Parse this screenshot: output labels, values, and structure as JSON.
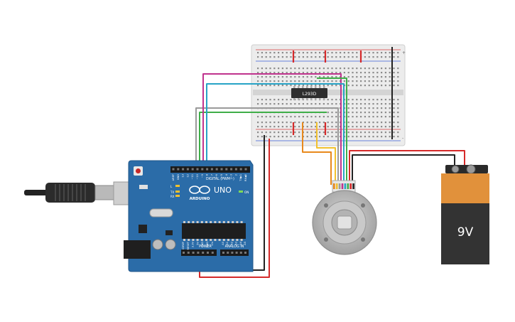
{
  "arduino": {
    "brand": "ARDUINO",
    "model": "UNO",
    "digital_header": "DIGITAL (PWM~)",
    "power_header": "POWER",
    "analog_header": "ANALOG IN",
    "on_label": "ON",
    "tx_label": "TX",
    "rx_label": "RX",
    "l_label": "L",
    "top_pins": [
      "AREF",
      "GND",
      "13",
      "12",
      "~11",
      "~10",
      "~9",
      "8",
      "7",
      "~6",
      "~5",
      "4",
      "~3",
      "2",
      "TX▶1",
      "RX◀0"
    ],
    "power_pins": [
      "IOREF",
      "RESET",
      "3.3V",
      "5V",
      "GND",
      "GND",
      "Vin"
    ],
    "analog_pins": [
      "A0",
      "A1",
      "A2",
      "A3",
      "A4",
      "A5"
    ]
  },
  "driver_chip": {
    "label": "L293D"
  },
  "battery": {
    "label": "9V"
  },
  "breadboard": {
    "rail_plus": "+",
    "rail_minus": "-"
  },
  "colors": {
    "board": "#2b6ca8",
    "board_edge": "#1f5689",
    "breadboard": "#e9e9e9",
    "wire_red": "#d62a2a",
    "wire_black": "#222222",
    "wire_magenta": "#c0338e",
    "wire_green": "#3fae49",
    "wire_cyan": "#27a3c6",
    "wire_gray": "#9a9a9a",
    "wire_orange": "#e8891c",
    "wire_yellow": "#f2c12e",
    "battery_top": "#e1913b",
    "battery_bottom": "#333333"
  }
}
